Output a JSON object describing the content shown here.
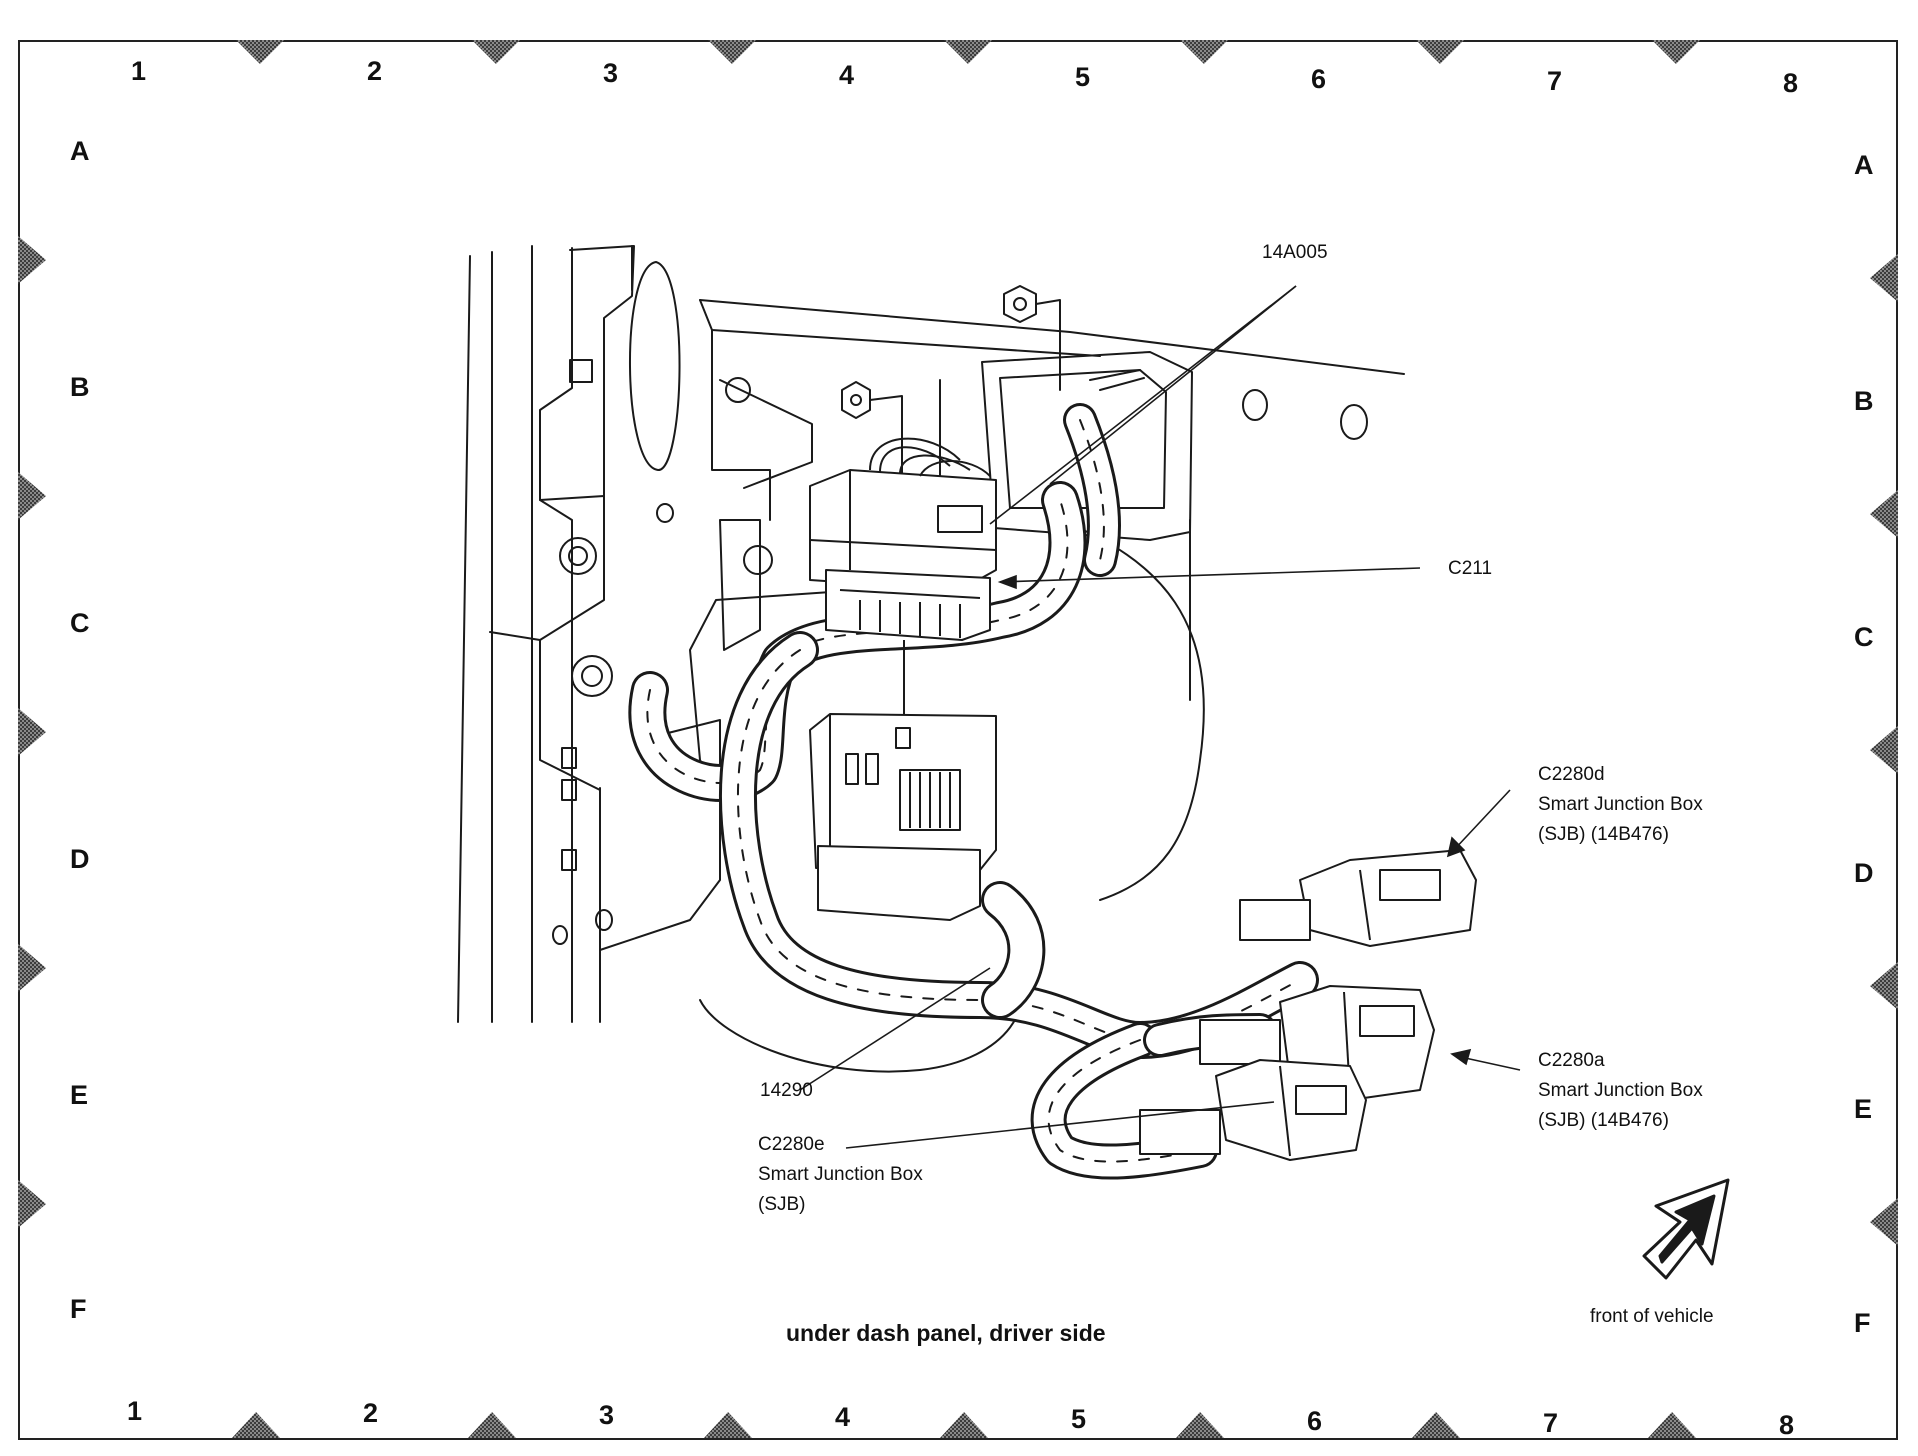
{
  "grid": {
    "top_columns": [
      "1",
      "2",
      "3",
      "4",
      "5",
      "6",
      "7",
      "8"
    ],
    "bottom_columns": [
      "1",
      "2",
      "3",
      "4",
      "5",
      "6",
      "7",
      "8"
    ],
    "left_rows": [
      "A",
      "B",
      "C",
      "D",
      "E",
      "F"
    ],
    "right_rows": [
      "A",
      "B",
      "C",
      "D",
      "E",
      "F"
    ]
  },
  "callouts": {
    "part_14a005": "14A005",
    "conn_c211": "C211",
    "conn_c2280d": {
      "id": "C2280d",
      "line1": "Smart Junction Box",
      "line2": "(SJB) (14B476)"
    },
    "conn_c2280a": {
      "id": "C2280a",
      "line1": "Smart Junction Box",
      "line2": "(SJB) (14B476)"
    },
    "part_14290": "14290",
    "conn_c2280e": {
      "id": "C2280e",
      "line1": "Smart Junction Box",
      "line2": "(SJB)"
    }
  },
  "caption": "under dash panel, driver side",
  "orientation": {
    "label": "front of vehicle",
    "icon": "front-of-vehicle-arrow-icon"
  },
  "colors": {
    "line": "#1a1a1a",
    "marker": "#5a5a5a",
    "background": "#ffffff"
  }
}
